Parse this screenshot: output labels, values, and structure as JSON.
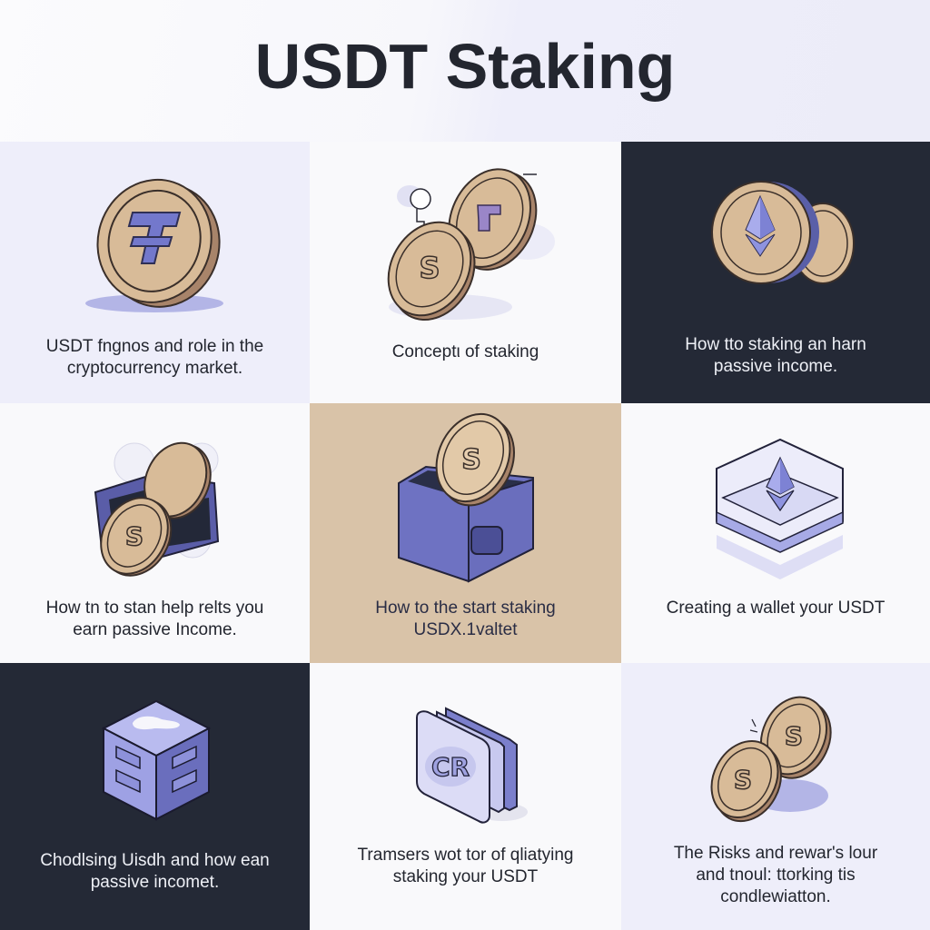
{
  "header": {
    "title": "USDT Staking"
  },
  "colors": {
    "dark_tile": "#242936",
    "lavender_tile": "#eeeefa",
    "light_tile": "#f9f9fb",
    "tan_tile": "#d9c3a8",
    "coin": "#d8bb98",
    "coin_edge": "#a8846a",
    "accent_purple": "#6f72c4",
    "text_dark": "#23262f"
  },
  "tiles": [
    {
      "caption": "USDT fngnos and role in the cryptocurrency market.",
      "icon": "tether-coin-icon"
    },
    {
      "caption": "Conceptι of staking",
      "icon": "stacked-coins-icon"
    },
    {
      "caption": "How tto staking an harn passive income.",
      "icon": "ethereum-coin-icon"
    },
    {
      "caption": "How tn to stan help relts you earn passive Income.",
      "icon": "wallet-coins-icon"
    },
    {
      "caption": "How to the start staking USDX.1valtet",
      "icon": "coin-box-icon"
    },
    {
      "caption": "Creating a wallet your USDT",
      "icon": "ethereum-vault-icon"
    },
    {
      "caption": "Chodlsing Uisdh and how ean passive incomet.",
      "icon": "cube-icon"
    },
    {
      "caption": "Tramsers wot tor of qliatying staking your USDT",
      "icon": "card-stack-icon"
    },
    {
      "caption": "The Risks and rewar's lour and tnoul: ttorking tis condlewiatton.",
      "icon": "two-coins-icon"
    }
  ]
}
